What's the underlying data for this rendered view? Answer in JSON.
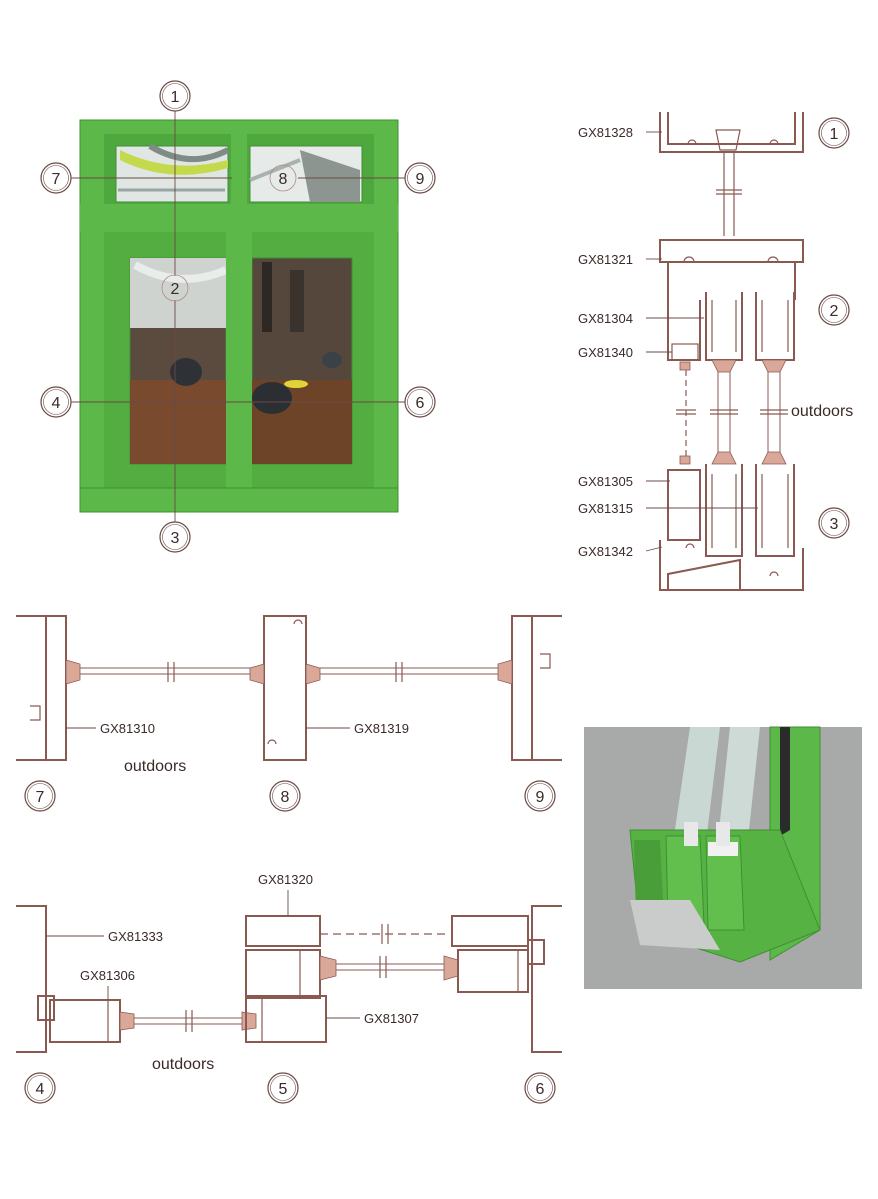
{
  "markers": {
    "front": {
      "m1": "1",
      "m2": "2",
      "m3": "3",
      "m4": "4",
      "m6": "6",
      "m7": "7",
      "m8": "8",
      "m9": "9"
    },
    "vertical": {
      "m1": "1",
      "m2": "2",
      "m3": "3"
    },
    "top": {
      "m7": "7",
      "m8": "8",
      "m9": "9"
    },
    "bottom": {
      "m4": "4",
      "m5": "5",
      "m6": "6"
    }
  },
  "vertical_section": {
    "parts": [
      "GX81328",
      "GX81321",
      "GX81304",
      "GX81340",
      "GX81305",
      "GX81315",
      "GX81342"
    ],
    "outdoors": "outdoors"
  },
  "transom_section": {
    "parts": [
      "GX81310",
      "GX81319"
    ],
    "outdoors": "outdoors"
  },
  "sash_section": {
    "parts": [
      "GX81320",
      "GX81333",
      "GX81306",
      "GX81307"
    ],
    "outdoors": "outdoors"
  },
  "colors": {
    "frame_green": "#5cb848",
    "frame_dark": "#3f8f32",
    "profile_line": "#8a5a52",
    "photo_bg": "#a8aaa9"
  }
}
